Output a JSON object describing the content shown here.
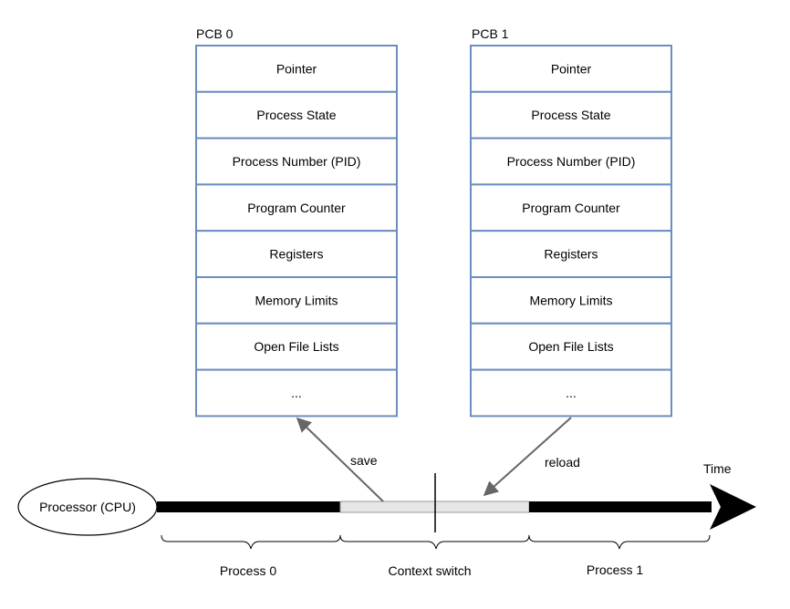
{
  "pcb_blocks": [
    {
      "title": "PCB 0",
      "fields": [
        "Pointer",
        "Process State",
        "Process Number (PID)",
        "Program Counter",
        "Registers",
        "Memory Limits",
        "Open File Lists",
        "..."
      ]
    },
    {
      "title": "PCB 1",
      "fields": [
        "Pointer",
        "Process State",
        "Process Number (PID)",
        "Program Counter",
        "Registers",
        "Memory Limits",
        "Open File Lists",
        "..."
      ]
    }
  ],
  "processor": {
    "label": "Processor (CPU)"
  },
  "arrows": {
    "save_label": "save",
    "reload_label": "reload"
  },
  "timeline": {
    "time_label": "Time",
    "segments": [
      {
        "label": "Process 0"
      },
      {
        "label": "Context switch"
      },
      {
        "label": "Process 1"
      }
    ]
  },
  "colors": {
    "pcb_border": "#6c8ebf",
    "timeline_bar": "#000000",
    "context_switch_fill": "#e6e6e6",
    "arrow_gray": "#666666",
    "brace": "#000000"
  }
}
